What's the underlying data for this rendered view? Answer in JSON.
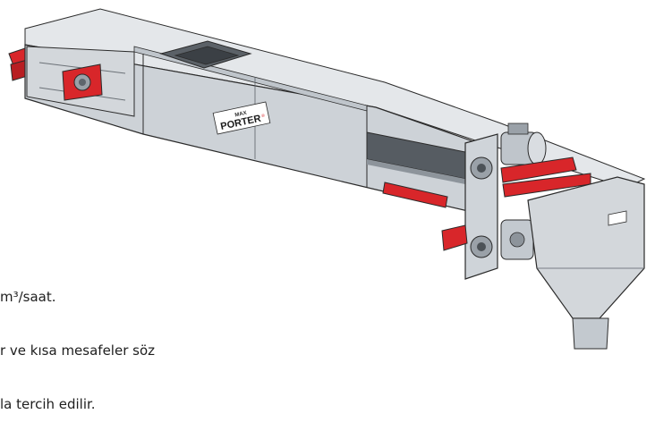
{
  "brand": {
    "logo_top": "MAX",
    "logo_main": "PORTER",
    "logo_mark": "®"
  },
  "caption": {
    "line1": "m³/saat.",
    "line2": "r ve kısa mesafeler söz",
    "line3": "la tercih edilir."
  },
  "colors": {
    "body_light": "#d9dde1",
    "body_mid": "#b9bfc5",
    "body_dark": "#8d949b",
    "accent_red": "#d8262a",
    "outline": "#2b2b2b"
  }
}
